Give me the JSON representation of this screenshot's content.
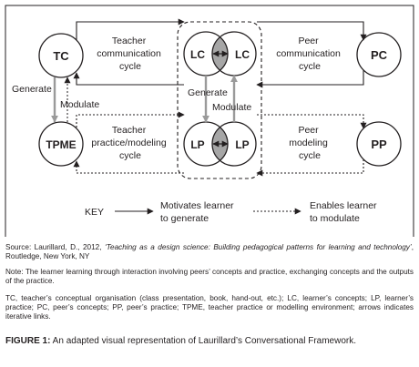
{
  "diagram": {
    "nodes": {
      "tc": "TC",
      "tpme": "TPME",
      "lc_left": "LC",
      "lc_right": "LC",
      "lp_left": "LP",
      "lp_right": "LP",
      "pc": "PC",
      "pp": "PP"
    },
    "labels": {
      "teacher_comm": [
        "Teacher",
        "communication",
        "cycle"
      ],
      "teacher_practice": [
        "Teacher",
        "practice/modeling",
        "cycle"
      ],
      "peer_comm": [
        "Peer",
        "communication",
        "cycle"
      ],
      "peer_modeling": [
        "Peer",
        "modeling",
        "cycle"
      ],
      "generate_left": "Generate",
      "modulate_left": "Modulate",
      "generate_center": "Generate",
      "modulate_center": "Modulate"
    },
    "key": {
      "title": "KEY",
      "solid_label": [
        "Motivates learner",
        "to generate"
      ],
      "dashed_label": [
        "Enables learner",
        "to modulate"
      ]
    },
    "colors": {
      "overlap_fill": "#a6a6a6",
      "line": "#231f20",
      "generate_arrow": "#9a9a9a"
    }
  },
  "caption": {
    "source_prefix": "Source: ",
    "source_author": "Laurillard, D., 2012, ",
    "source_title": "‘Teaching as a design science: Building pedagogical patterns for learning and technology’",
    "source_publisher": ", Routledge, New York, NY",
    "note": "Note: The learner learning through interaction involving peers’ concepts and practice, exchanging concepts and the outputs of the practice.",
    "abbreviations": "TC, teacher’s conceptual organisation (class presentation, book, hand-out, etc.); LC, learner’s concepts; LP, learner’s practice; PC, peer’s concepts; PP, peer’s practice; TPME, teacher practice or modelling environment; arrows indicates iterative links.",
    "figure_label": "FIGURE 1:",
    "figure_title": " An adapted visual representation of Laurillard’s Conversational Framework."
  }
}
